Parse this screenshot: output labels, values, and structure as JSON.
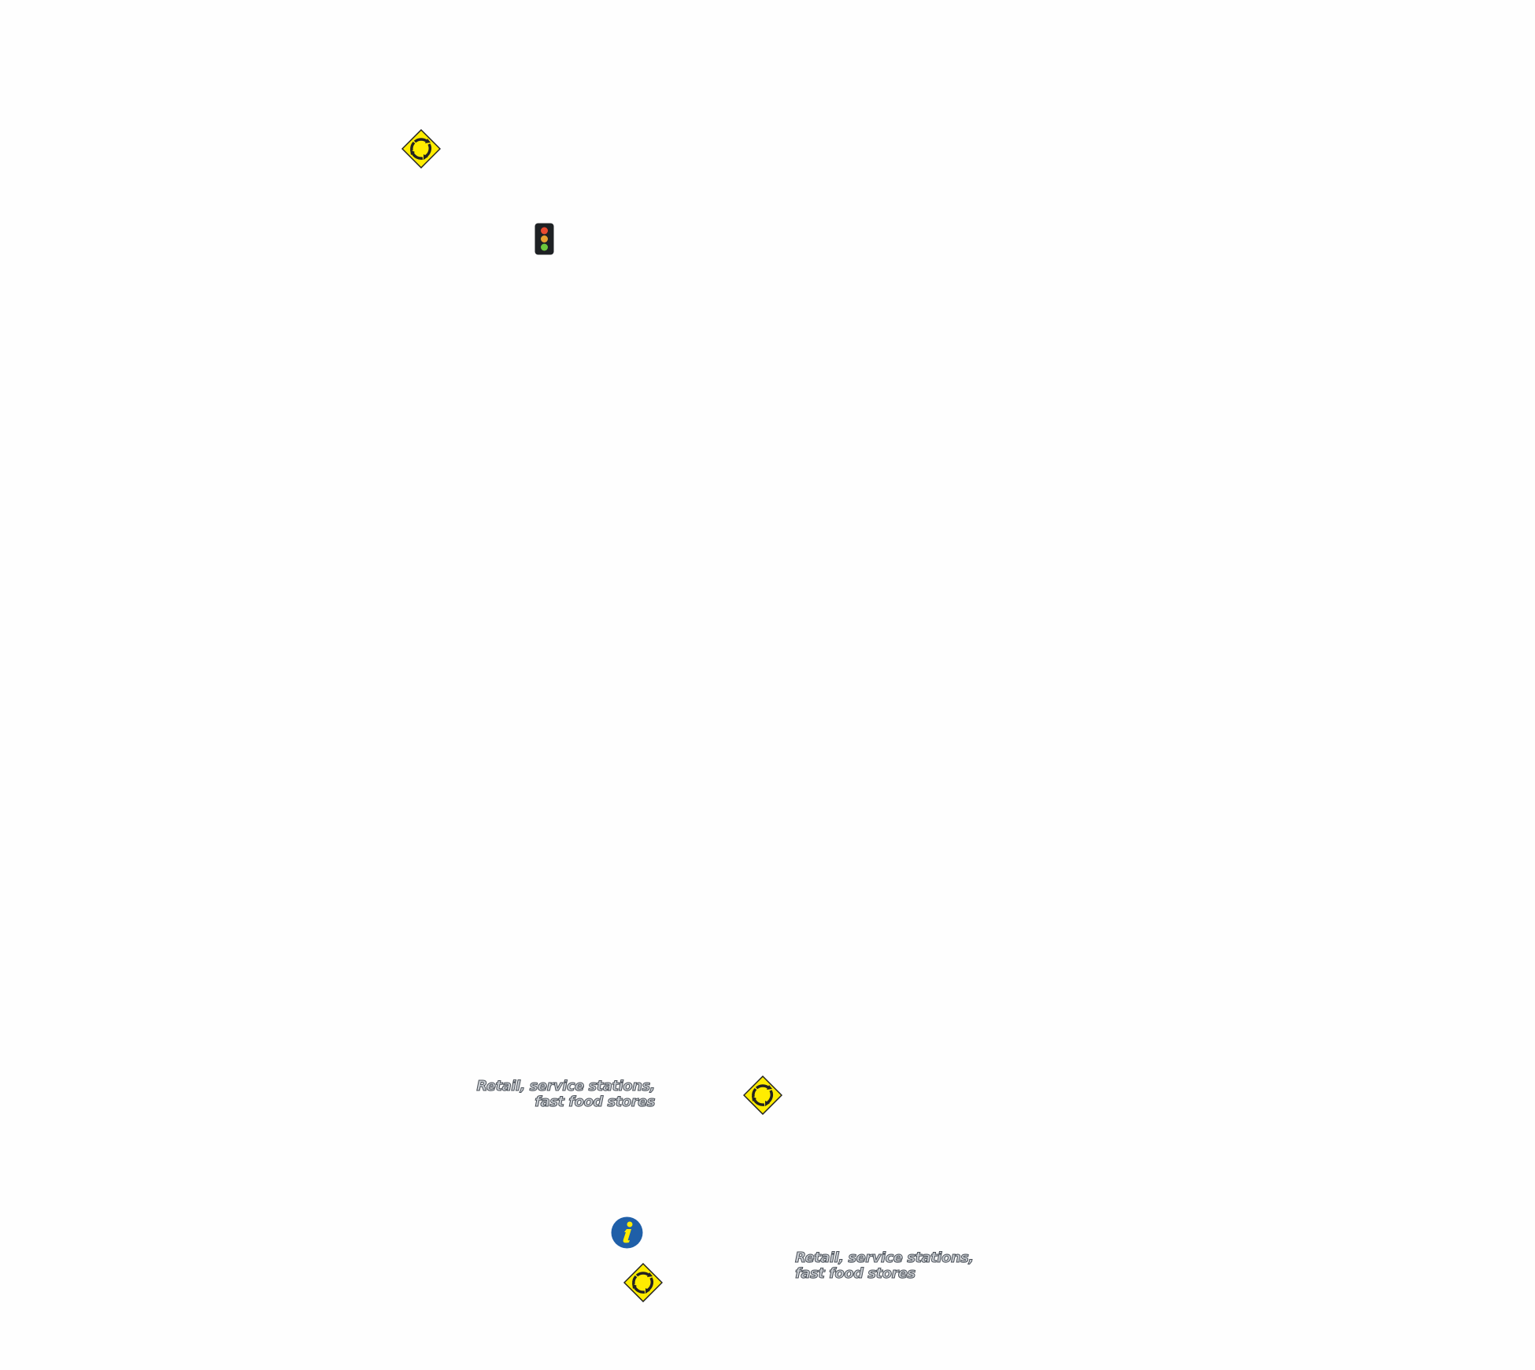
{
  "map": {
    "labels": [
      {
        "line1": "Retail, service stations,",
        "line2": "fast food stores"
      },
      {
        "line1": "Retail, service stations,",
        "line2": "fast food stores"
      }
    ],
    "icons": [
      "roundabout-icon",
      "traffic-light-icon",
      "roundabout-icon",
      "information-icon",
      "roundabout-icon"
    ],
    "colors": {
      "sign_yellow": "#ffec00",
      "info_blue": "#1f5fa8",
      "light_red": "#e94a30",
      "light_amber": "#e6a030",
      "light_green": "#6cc83c"
    }
  }
}
